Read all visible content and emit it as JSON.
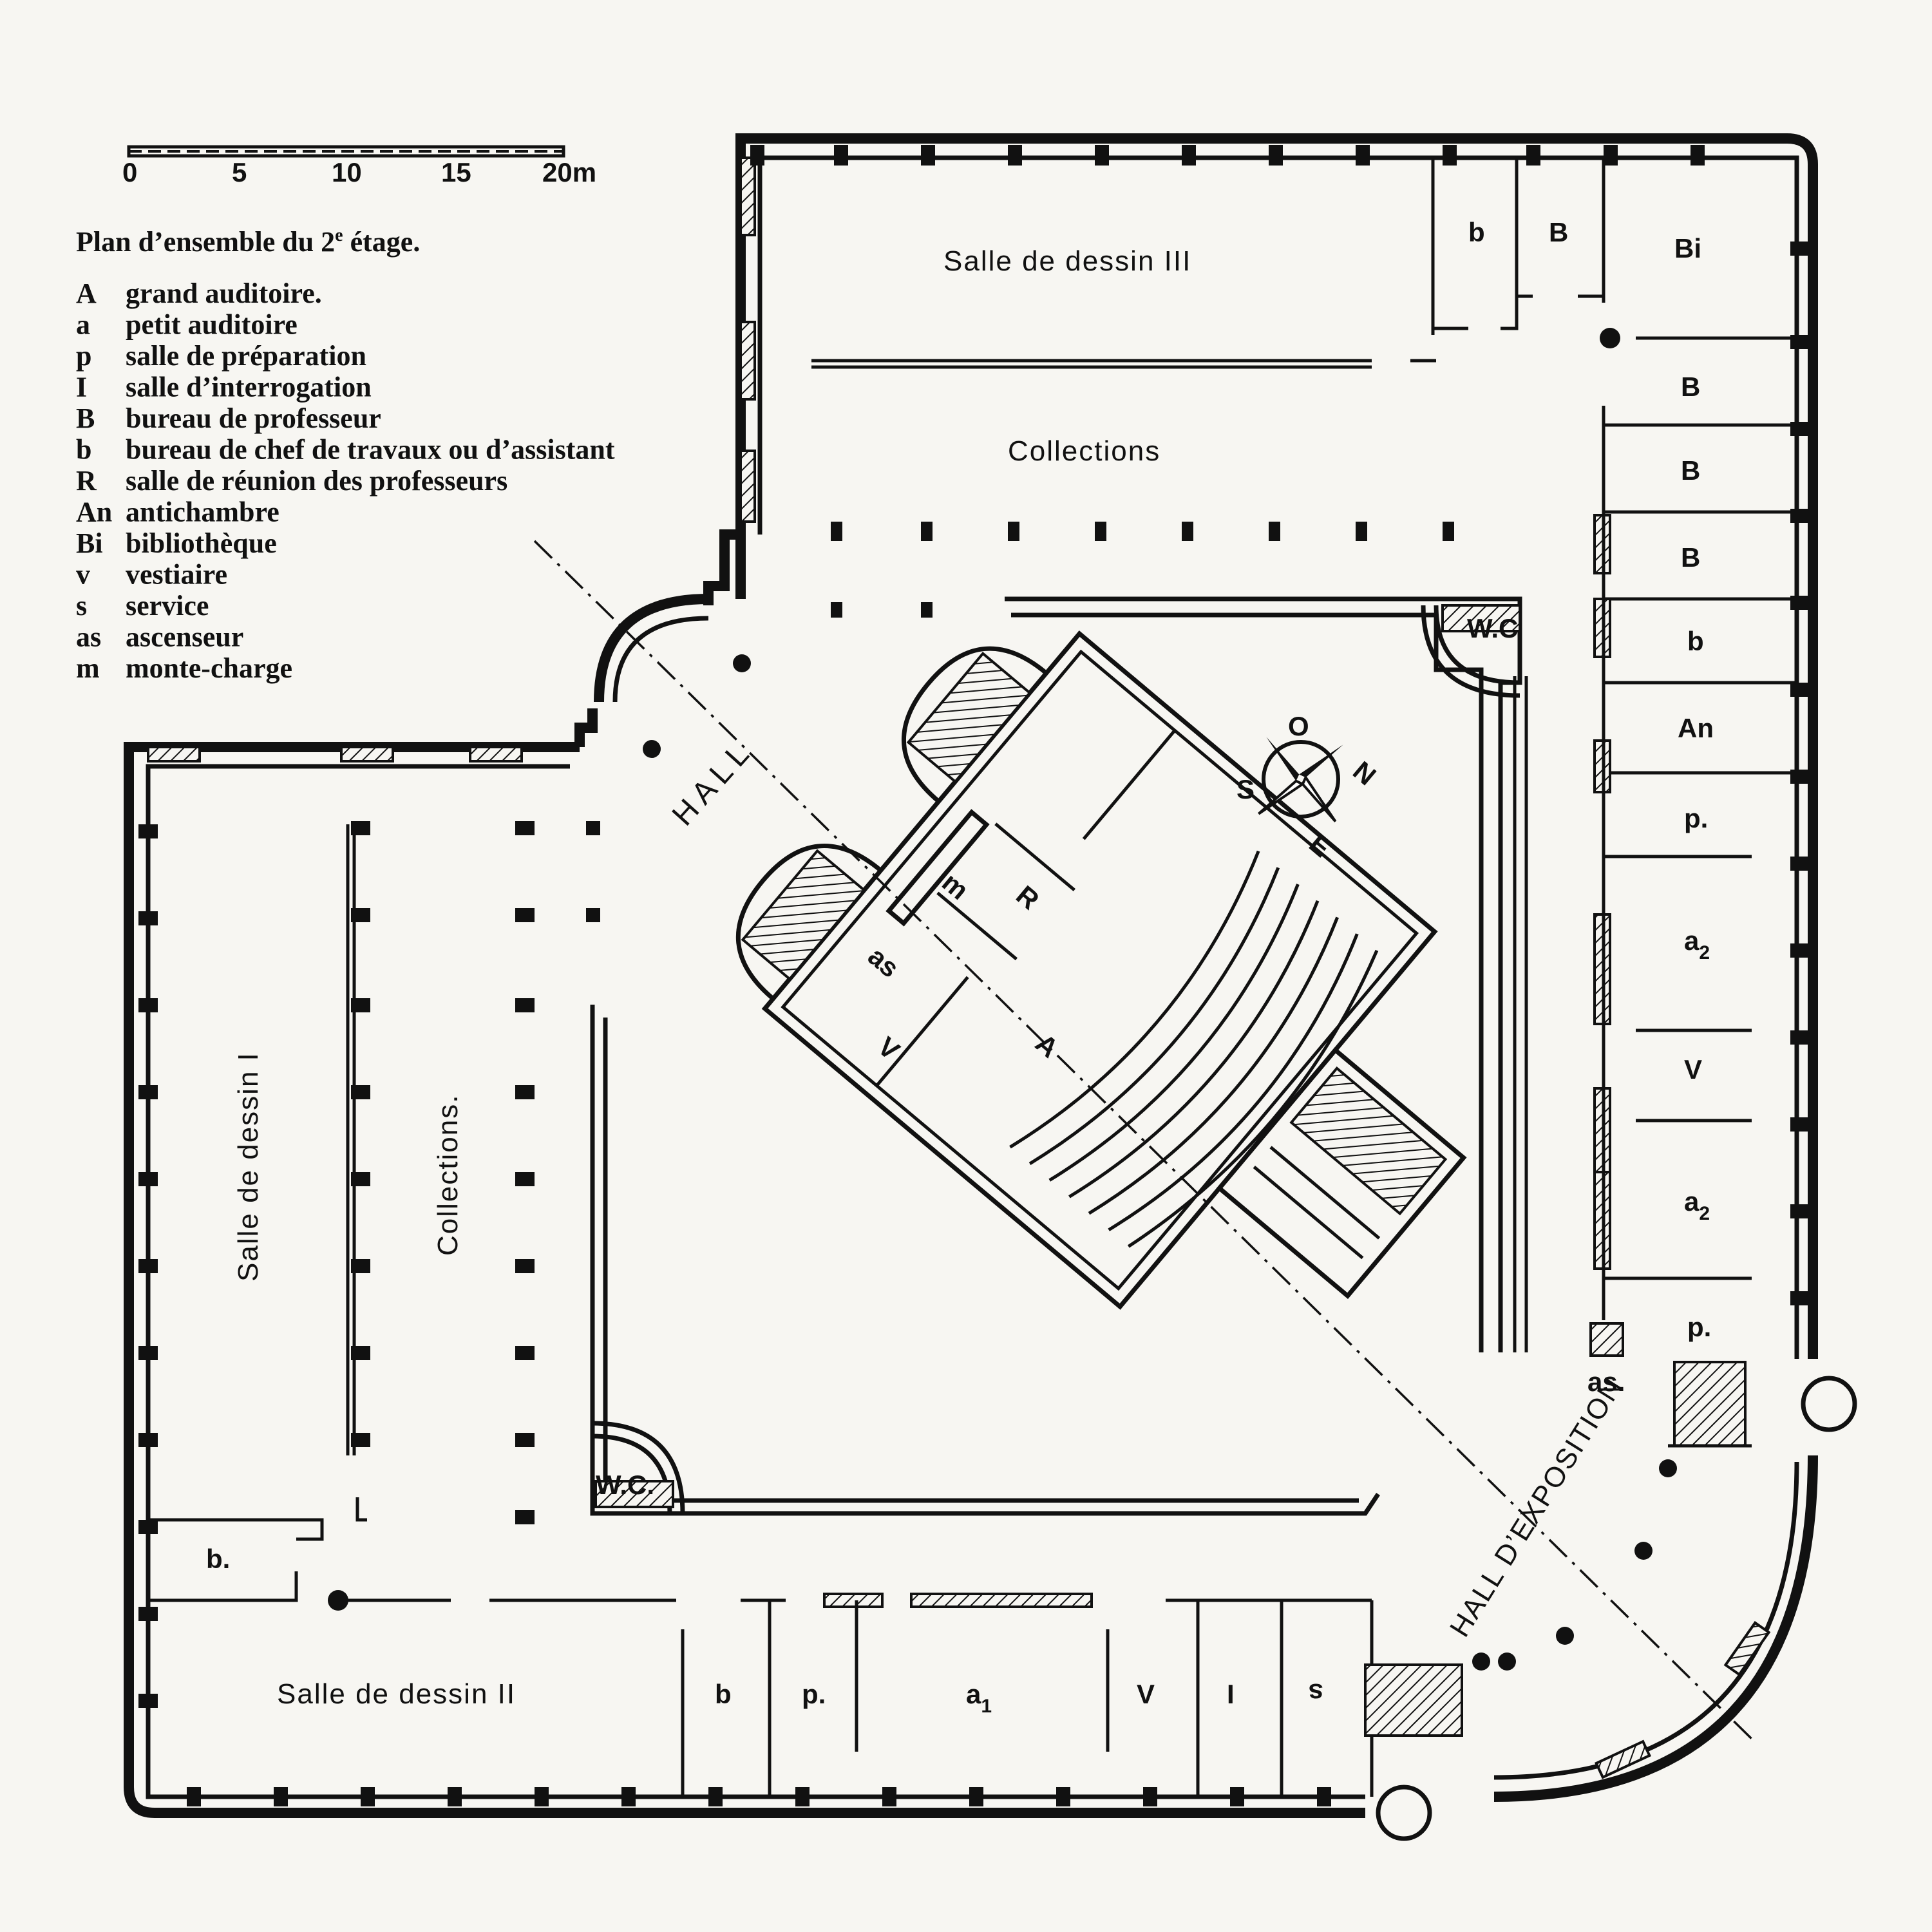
{
  "title": "Plan d’ensemble du 2e étage.",
  "title_main": "Plan d’ensemble du 2",
  "title_sup": "e",
  "title_end": " étage.",
  "scale": {
    "ticks": [
      "0",
      "5",
      "10",
      "15",
      "20m"
    ]
  },
  "legend": [
    {
      "key": "A",
      "text": "grand auditoire."
    },
    {
      "key": "a",
      "text": "petit auditoire"
    },
    {
      "key": "p",
      "text": "salle de préparation"
    },
    {
      "key": "I",
      "text": "salle d’interrogation"
    },
    {
      "key": "B",
      "text": "bureau de professeur"
    },
    {
      "key": "b",
      "text": "bureau de chef de travaux ou d’assistant"
    },
    {
      "key": "R",
      "text": "salle de réunion des professeurs"
    },
    {
      "key": "An",
      "text": "antichambre"
    },
    {
      "key": "Bi",
      "text": "bibliothèque"
    },
    {
      "key": "v",
      "text": "vestiaire"
    },
    {
      "key": "s",
      "text": "service"
    },
    {
      "key": "as",
      "text": "ascenseur"
    },
    {
      "key": "m",
      "text": "monte-charge"
    }
  ],
  "rooms": {
    "salle_dessin_3": "Salle de dessin III",
    "salle_dessin_1": "Salle de dessin I",
    "salle_dessin_2": "Salle de dessin II",
    "collections_top": "Collections",
    "collections_left": "Collections.",
    "hall": "HALL",
    "hall_exposition": "HALL D’EXPOSITION",
    "wc": "W.C",
    "wc2": "W.C.",
    "top_b": "b",
    "top_B": "B",
    "bi": "Bi",
    "right_B1": "B",
    "right_B2": "B",
    "right_B3": "B",
    "right_b": "b",
    "an": "An",
    "p1": "p.",
    "a2_1": "a",
    "a2_1_sub": "2",
    "v_right": "V",
    "a2_2": "a",
    "a2_2_sub": "2",
    "p2": "p.",
    "as_right": "as.",
    "b_left": "b.",
    "bot_b": "b",
    "bot_p": "p.",
    "a1": "a",
    "a1_sub": "1",
    "bot_v": "V",
    "bot_i": "I",
    "bot_s": "s",
    "center_A": "A",
    "center_V": "V",
    "center_R": "R",
    "center_m": "m",
    "center_as": "as"
  },
  "compass": {
    "n": "N",
    "s": "S",
    "e": "E",
    "o": "O"
  }
}
